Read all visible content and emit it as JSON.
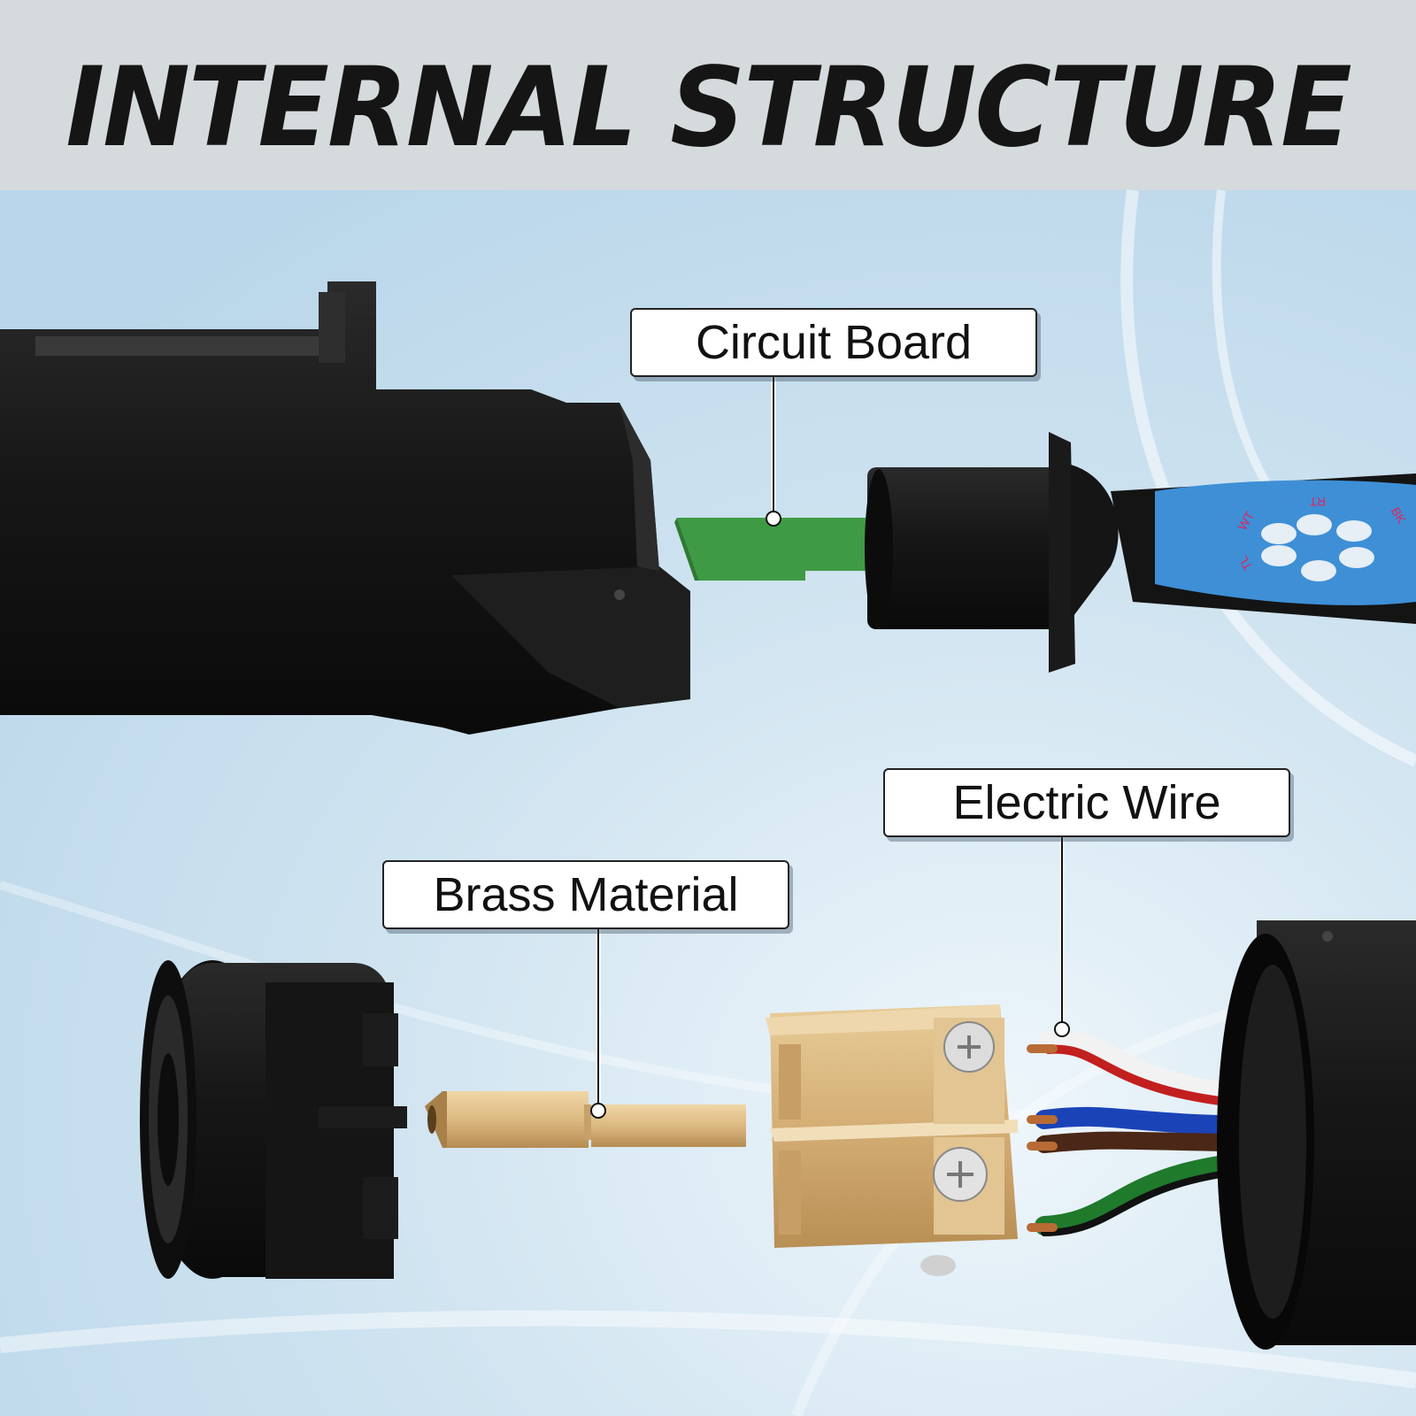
{
  "title": "INTERNAL STRUCTURE",
  "callouts": {
    "circuit_board": "Circuit Board",
    "electric_wire": "Electric Wire",
    "brass_material": "Brass Material"
  },
  "plug_face_labels": {
    "a": "RT",
    "b": "WT",
    "c": "TL",
    "d": "BK"
  },
  "colors": {
    "background": "#d6e7f1",
    "header_band": "#d5dadd",
    "plastic_black": "#141414",
    "brass": "#d8b47e",
    "circuit_board": "#3f9a45",
    "plug_face_blue": "#3e8fd6",
    "wire_white": "#f2f2f2",
    "wire_blue": "#1b43b8",
    "wire_brown": "#4a2716",
    "wire_green": "#1f7a2c",
    "wire_red": "#c21f1f"
  }
}
